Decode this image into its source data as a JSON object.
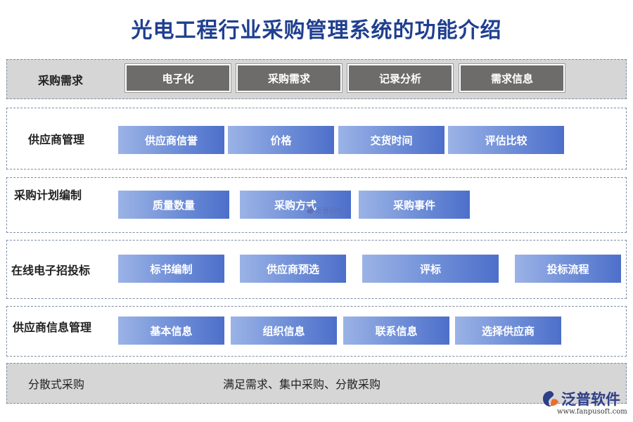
{
  "title": "光电工程行业采购管理系统的功能介绍",
  "rows": [
    {
      "label": "采购需求",
      "items": [
        "电子化",
        "采购需求",
        "记录分析",
        "需求信息"
      ]
    },
    {
      "label": "供应商管理",
      "items": [
        "供应商信誉",
        "价格",
        "交货时间",
        "评估比较"
      ]
    },
    {
      "label": "采购计划编制",
      "items": [
        "质量数量",
        "采购方式",
        "采购事件"
      ]
    },
    {
      "label": "在线电子招投标",
      "items": [
        "标书编制",
        "供应商预选",
        "评标",
        "投标流程"
      ]
    },
    {
      "label": "供应商信息管理",
      "items": [
        "基本信息",
        "组织信息",
        "联系信息",
        "选择供应商"
      ]
    },
    {
      "label": "分散式采购",
      "text": "满足需求、集中采购、分散采购"
    }
  ],
  "watermark": "泛普软件",
  "logo": {
    "name": "泛普软件",
    "url": "www.fanpusoft.com"
  },
  "colors": {
    "title": "#1f3f8f",
    "dark_box": "#6e6c6b",
    "blue_box": "#6a8ad6",
    "row_gray": "#d6d6d6"
  }
}
